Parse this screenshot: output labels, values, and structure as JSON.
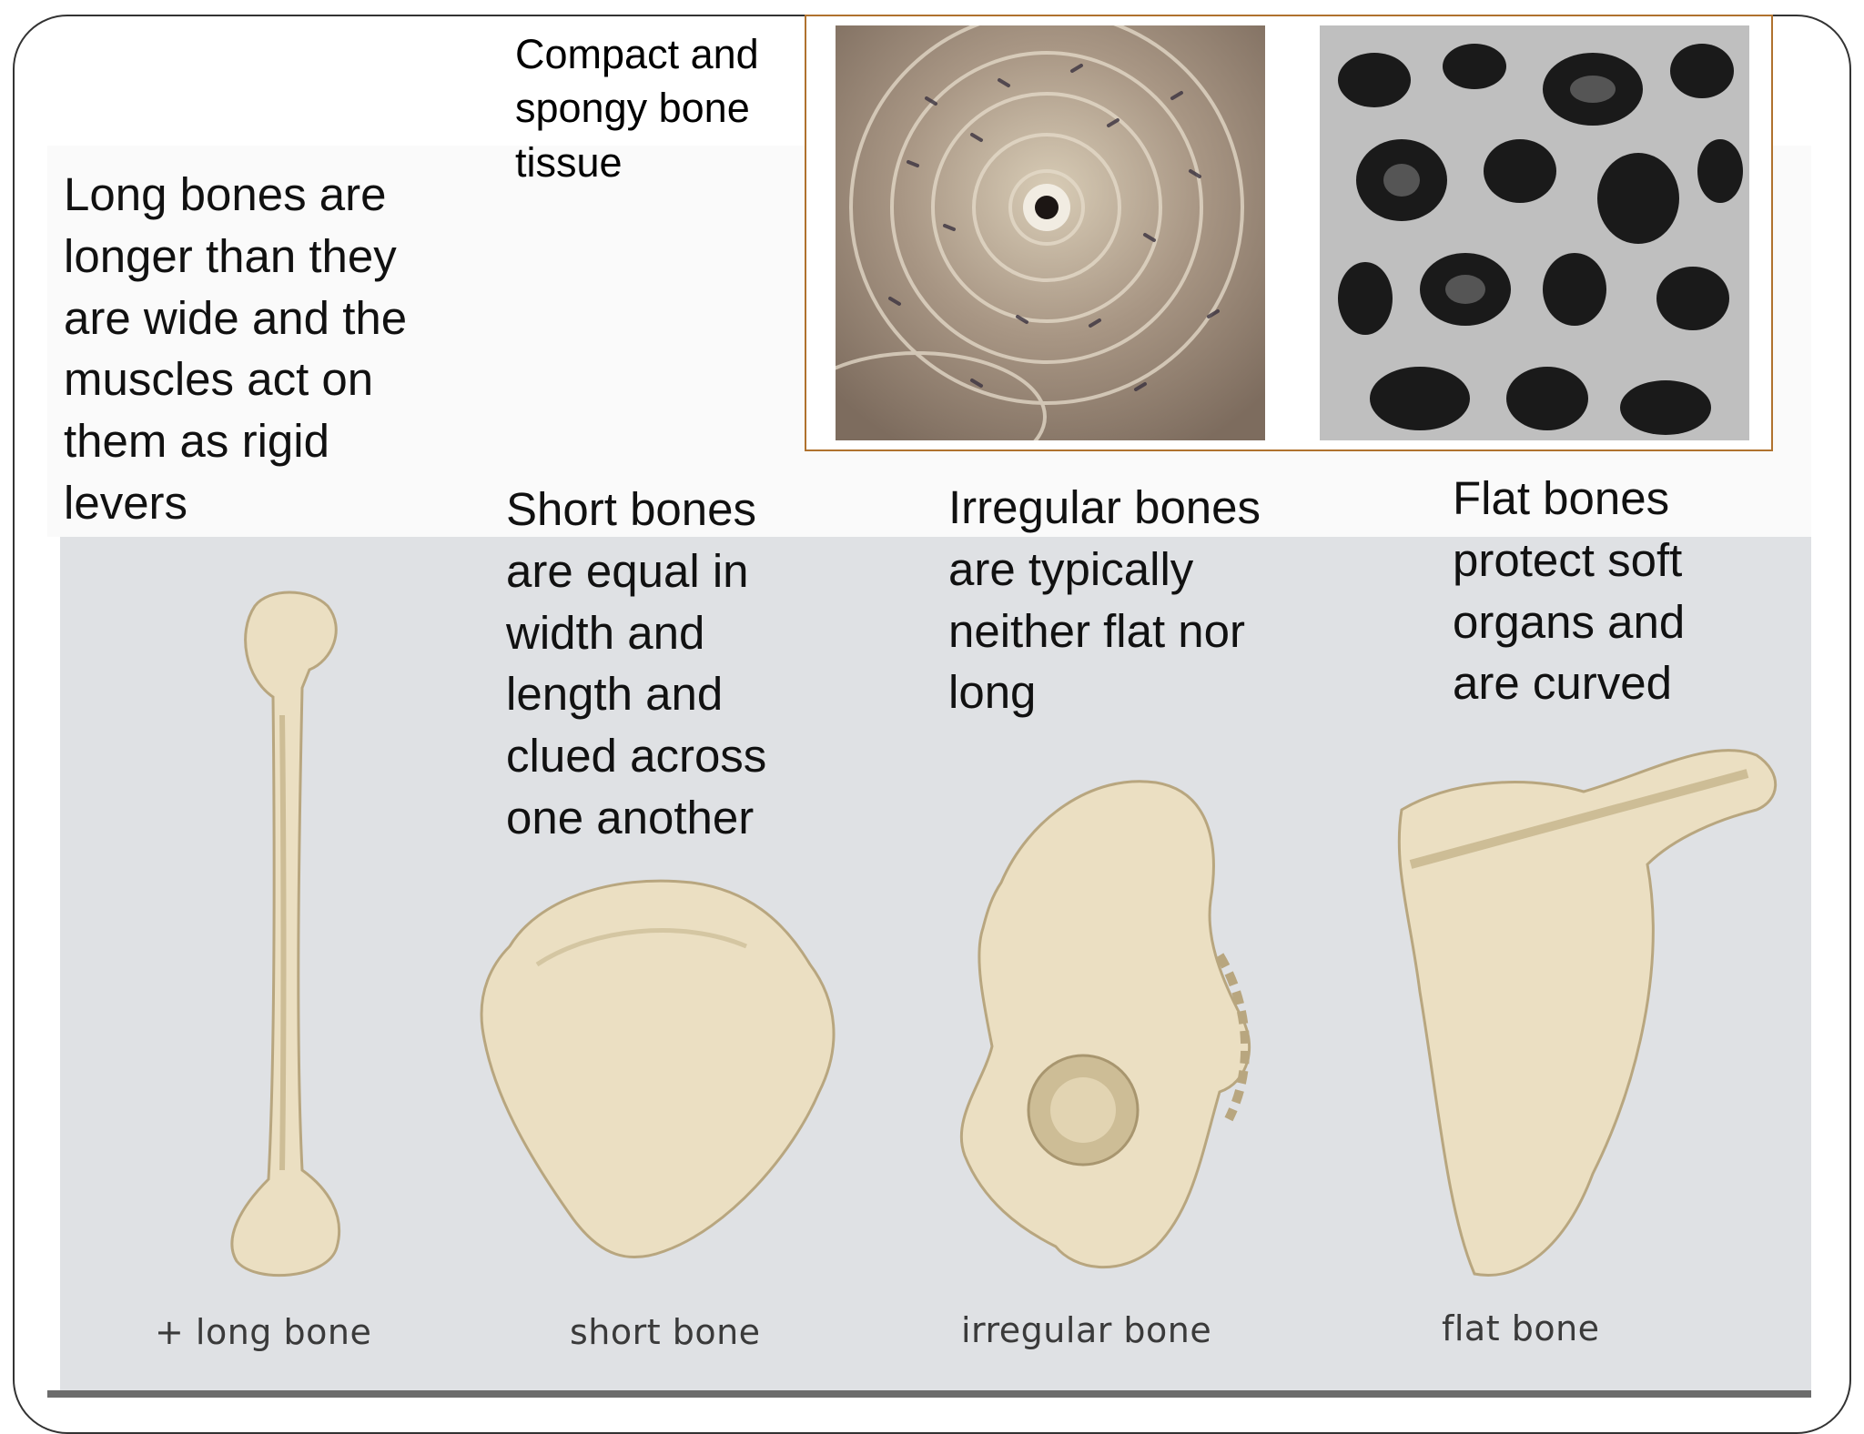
{
  "tissue": {
    "caption": "Compact and spongy bone tissue",
    "compact_image": "compact-bone-micrograph",
    "spongy_image": "spongy-bone-micrograph"
  },
  "bone_types": [
    {
      "description": "Long bones are longer than they are wide and the muscles act on them as rigid levers",
      "label": "+ long bone"
    },
    {
      "description": "Short bones are equal in width and length and clued across one another",
      "label": "short bone"
    },
    {
      "description": "Irregular bones are typically neither flat nor long",
      "label": "irregular bone"
    },
    {
      "description": "Flat bones protect soft organs and are curved",
      "label": "flat bone"
    }
  ],
  "colors": {
    "frame_border": "#b0722e",
    "lower_background": "#dfe1e4",
    "bone": "#e8dcbc"
  }
}
